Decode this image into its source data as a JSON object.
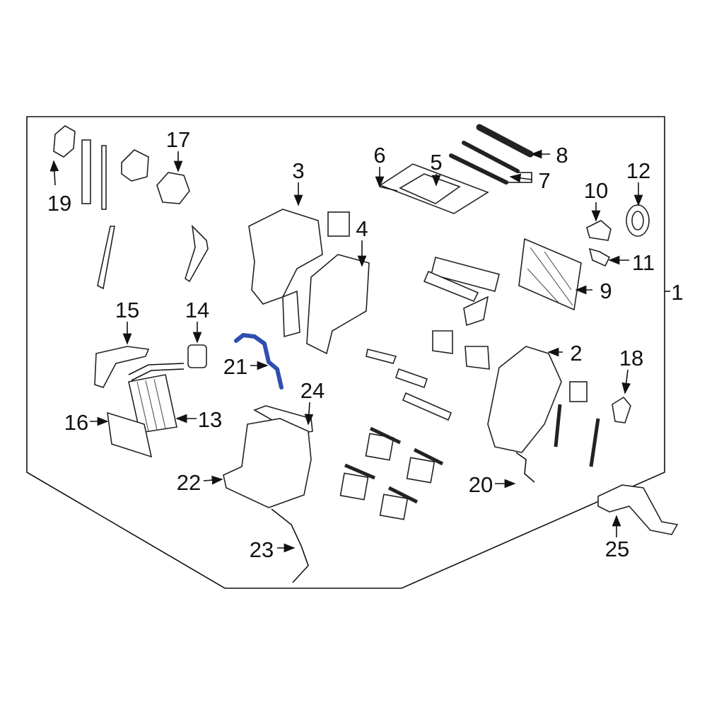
{
  "diagram": {
    "highlight_color": "#2f4fb0",
    "highlighted_part": "21",
    "callouts": [
      "1",
      "2",
      "3",
      "4",
      "5",
      "6",
      "7",
      "8",
      "9",
      "10",
      "11",
      "12",
      "13",
      "14",
      "15",
      "16",
      "17",
      "18",
      "19",
      "20",
      "21",
      "22",
      "23",
      "24",
      "25"
    ]
  }
}
